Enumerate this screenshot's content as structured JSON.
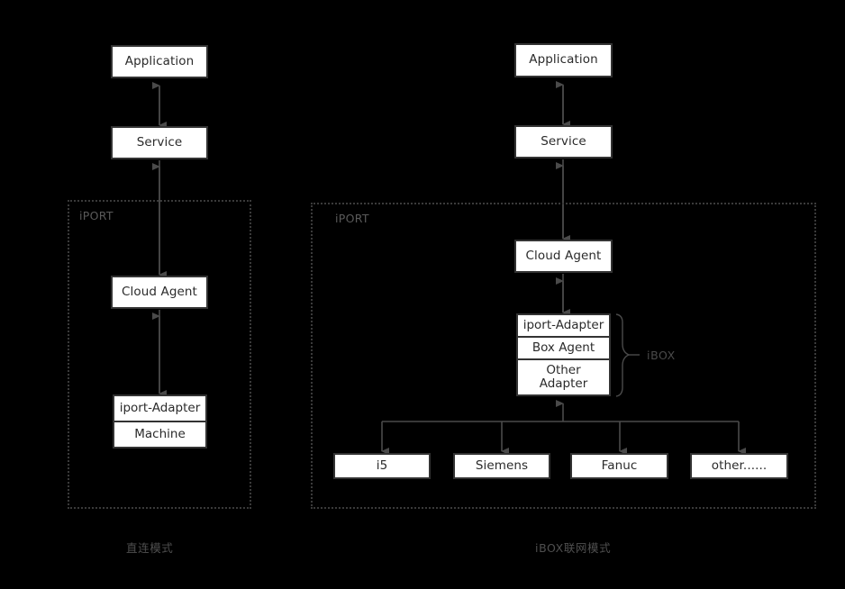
{
  "diagram": {
    "background_color": "#000000",
    "node_fill": "#ffffff",
    "node_border": "#333333",
    "edge_color": "#4a4a4a",
    "group_border": "#3a3a3a",
    "label_color": "#5a5a5a"
  },
  "left_panel": {
    "caption": "直连模式",
    "group_label": "iPORT",
    "nodes": {
      "application": "Application",
      "service": "Service",
      "cloud_agent": "Cloud Agent",
      "iport_adapter": "iport-Adapter",
      "machine": "Machine"
    }
  },
  "right_panel": {
    "caption": "iBOX联网模式",
    "group_label": "iPORT",
    "brace_label": "iBOX",
    "nodes": {
      "application": "Application",
      "service": "Service",
      "cloud_agent": "Cloud Agent",
      "iport_adapter": "iport-Adapter",
      "box_agent": "Box Agent",
      "other_adapter": "Other Adapter"
    },
    "machines": [
      {
        "label": "i5"
      },
      {
        "label": "Siemens"
      },
      {
        "label": "Fanuc"
      },
      {
        "label": "other......"
      }
    ]
  }
}
